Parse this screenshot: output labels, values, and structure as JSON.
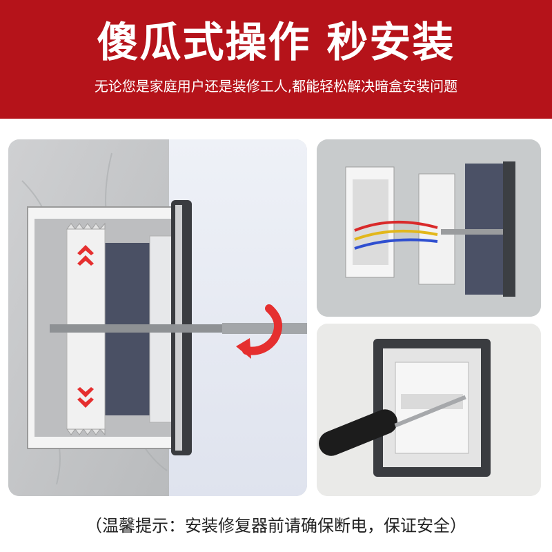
{
  "banner": {
    "title": "傻瓜式操作 秒安装",
    "subtitle": "无论您是家庭用户还是装修工人,都能轻松解决暗盒安装问题",
    "background_color": "#b5131a"
  },
  "images": [
    {
      "name": "box-repair-cross-section",
      "icons": [
        "up-arrows-icon",
        "down-arrows-icon",
        "rotate-arrow-icon",
        "screwdriver-icon"
      ]
    },
    {
      "name": "wired-box-exploded",
      "icons": [
        "wires-icon"
      ]
    },
    {
      "name": "screwdriver-mounting",
      "icons": [
        "screwdriver-icon"
      ]
    }
  ],
  "footer": {
    "notice": "（温馨提示：安装修复器前请确保断电，保证安全）"
  }
}
